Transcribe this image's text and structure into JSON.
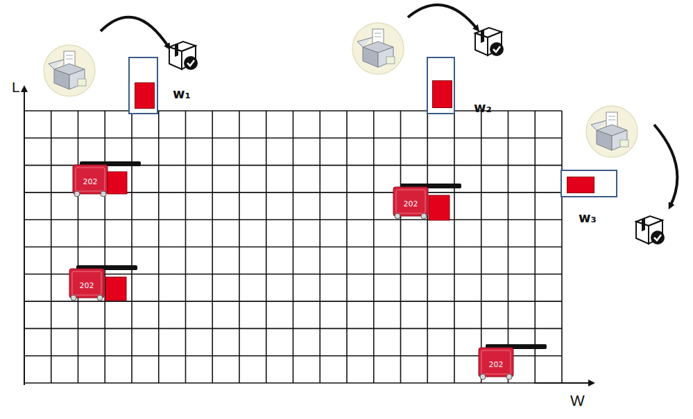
{
  "diagram": {
    "nodes": [
      {
        "text": [
          "w₁"
        ]
      },
      {
        "text": [
          "w₂"
        ]
      },
      {
        "text": [
          "w₃"
        ]
      }
    ],
    "labels": [
      "L",
      "W",
      "202",
      "202",
      "202",
      "202"
    ]
  }
}
